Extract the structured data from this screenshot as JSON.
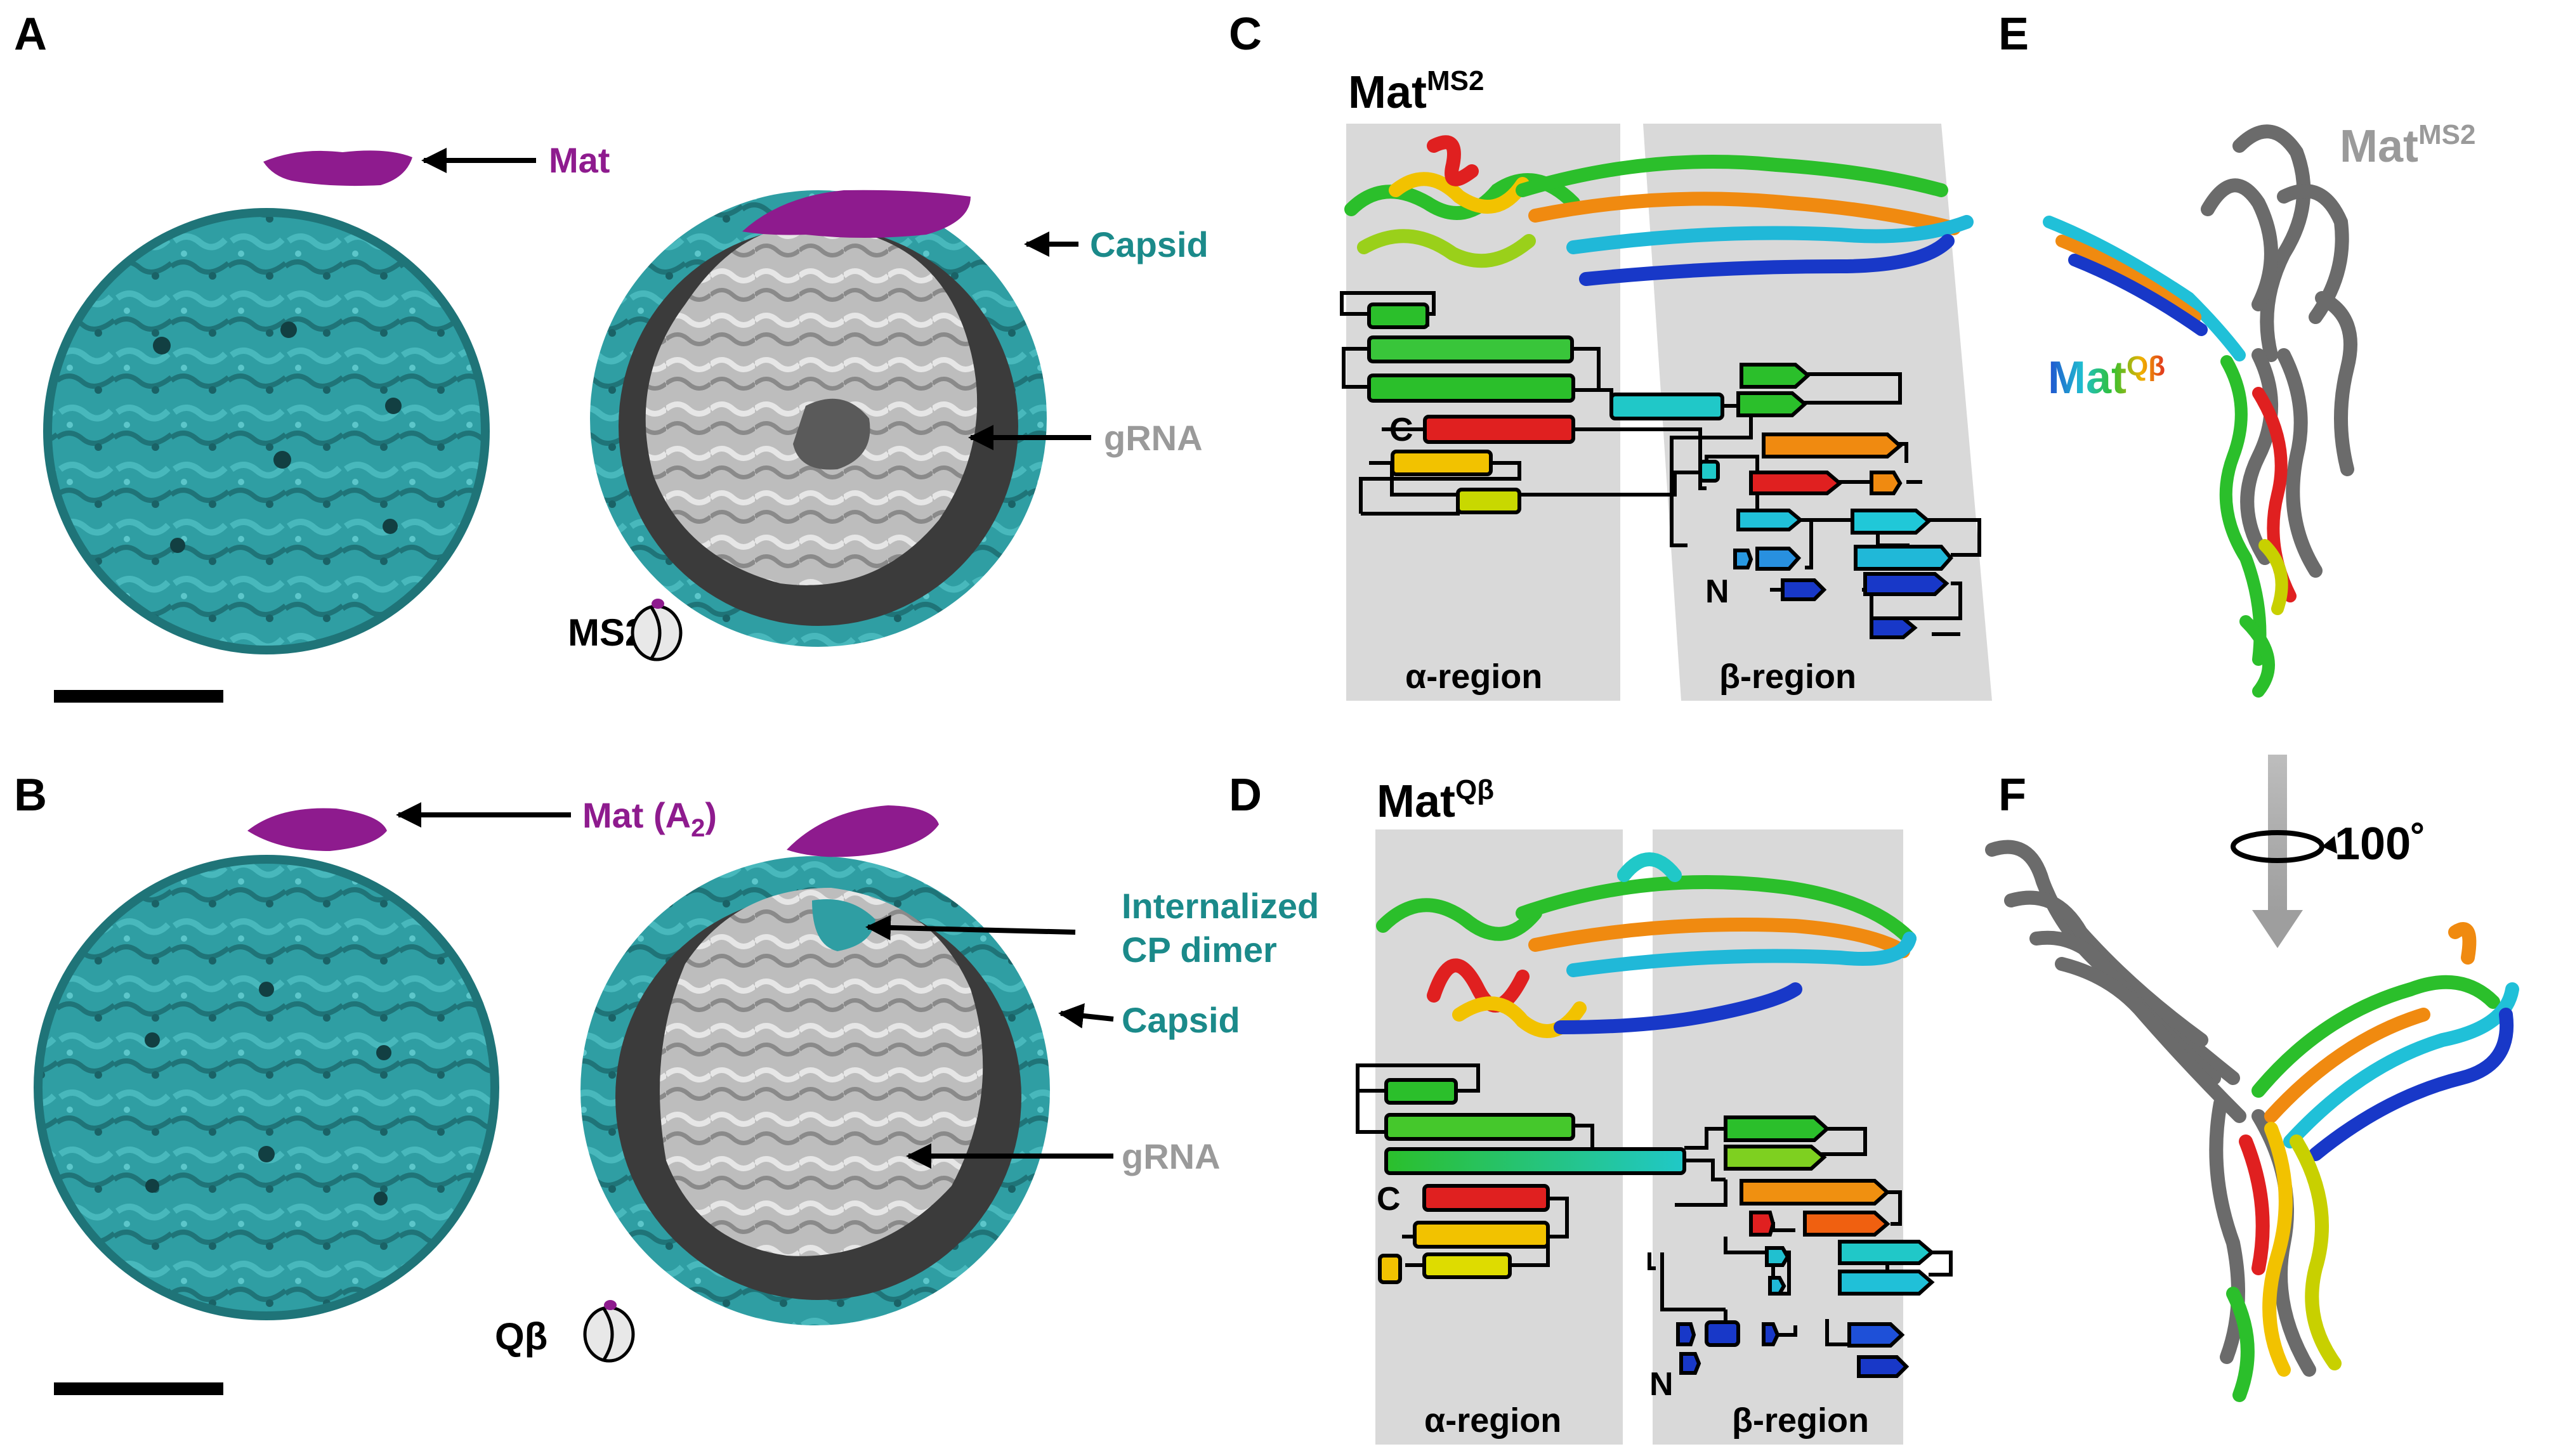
{
  "panels": {
    "a": "A",
    "b": "B",
    "c": "C",
    "d": "D",
    "e": "E",
    "f": "F"
  },
  "colors": {
    "capsid": "#2f9ea3",
    "capsid_dark": "#1f7478",
    "mat": "#8e1b8e",
    "rna": "#c9c9c9",
    "rna_dark": "#555555",
    "interior": "#3b3b3b",
    "grey_region": "#d9d9d9",
    "teal_text": "#1b8a8a",
    "grey_text": "#9a9a9a",
    "purple_text": "#8e1b8e",
    "gray_model": "#6b6b6b"
  },
  "panel_a": {
    "mat_label": "Mat",
    "capsid_label": "Capsid",
    "grna_label": "gRNA",
    "phage": "MS2"
  },
  "panel_b": {
    "mat_label_main": "Mat (A",
    "mat_label_sub": "2",
    "mat_label_close": ")",
    "cp_line1": "Internalized",
    "cp_line2": "CP dimer",
    "capsid_label": "Capsid",
    "grna_label": "gRNA",
    "phage": "Qβ"
  },
  "panel_c": {
    "title_main": "Mat",
    "title_sup": "MS2",
    "c_term": "C",
    "n_term": "N",
    "alpha": "α-region",
    "beta": "β-region"
  },
  "panel_d": {
    "title_main": "Mat",
    "title_sup": "Qβ",
    "c_term": "C",
    "n_term": "N",
    "alpha": "α-region",
    "beta": "β-region"
  },
  "panel_e": {
    "ms2_main": "Mat",
    "ms2_sup": "MS2",
    "qb_main": "Mat",
    "qb_sup": "Qβ"
  },
  "panel_f": {
    "rotation": "100˚"
  }
}
